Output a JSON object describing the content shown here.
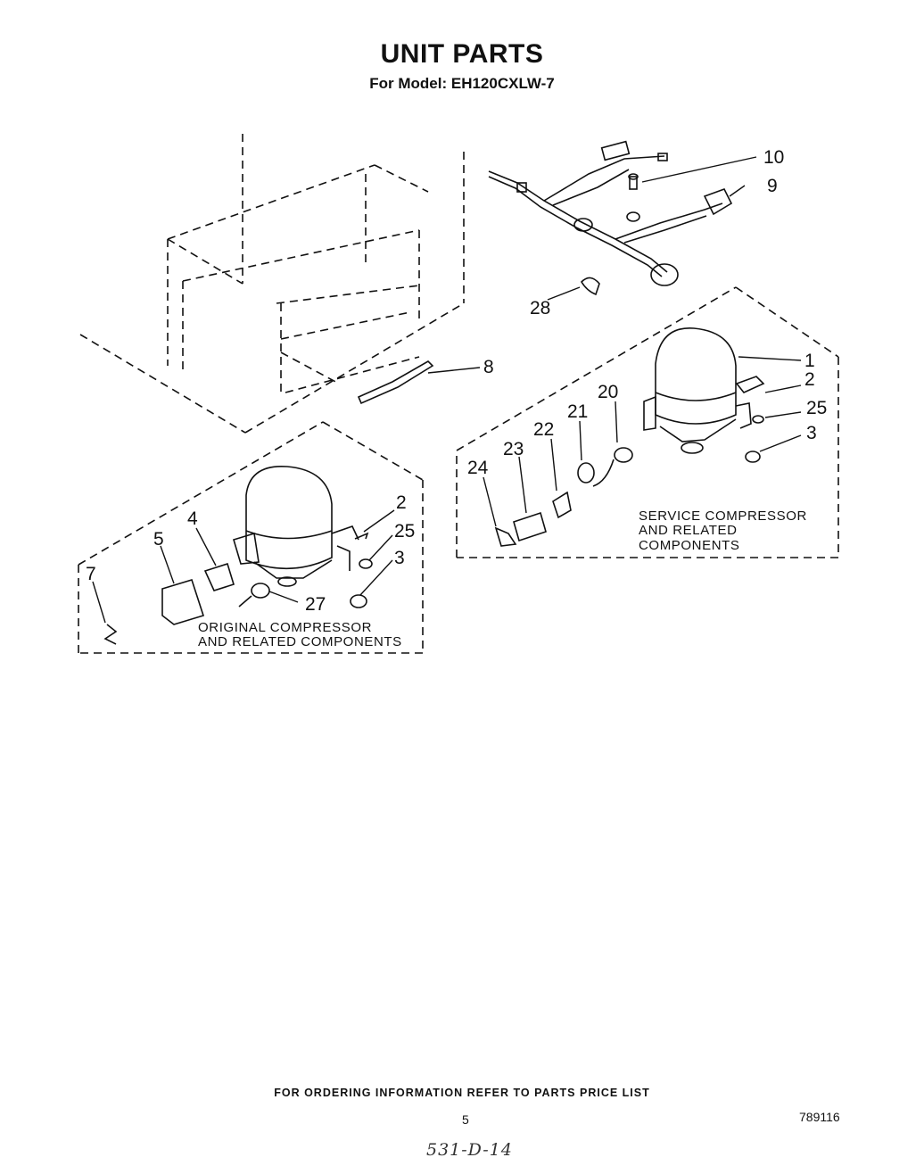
{
  "title": "UNIT PARTS",
  "subtitle": "For Model: EH120CXLW-7",
  "callouts": {
    "c1": "1",
    "c2a": "2",
    "c2b": "2",
    "c3a": "3",
    "c3b": "3",
    "c4": "4",
    "c5": "5",
    "c7": "7",
    "c8": "8",
    "c9": "9",
    "c10": "10",
    "c20": "20",
    "c21": "21",
    "c22": "22",
    "c23": "23",
    "c24": "24",
    "c25a": "25",
    "c25b": "25",
    "c27": "27",
    "c28": "28"
  },
  "service_group": {
    "line1": "SERVICE COMPRESSOR",
    "line2": "AND RELATED",
    "line3": "COMPONENTS"
  },
  "original_group": {
    "line1": "ORIGINAL COMPRESSOR",
    "line2": "AND RELATED COMPONENTS"
  },
  "footer": {
    "note": "FOR ORDERING INFORMATION REFER TO PARTS PRICE LIST",
    "page_number": "5",
    "doc_number": "789116",
    "handwritten": "531-D-14"
  }
}
